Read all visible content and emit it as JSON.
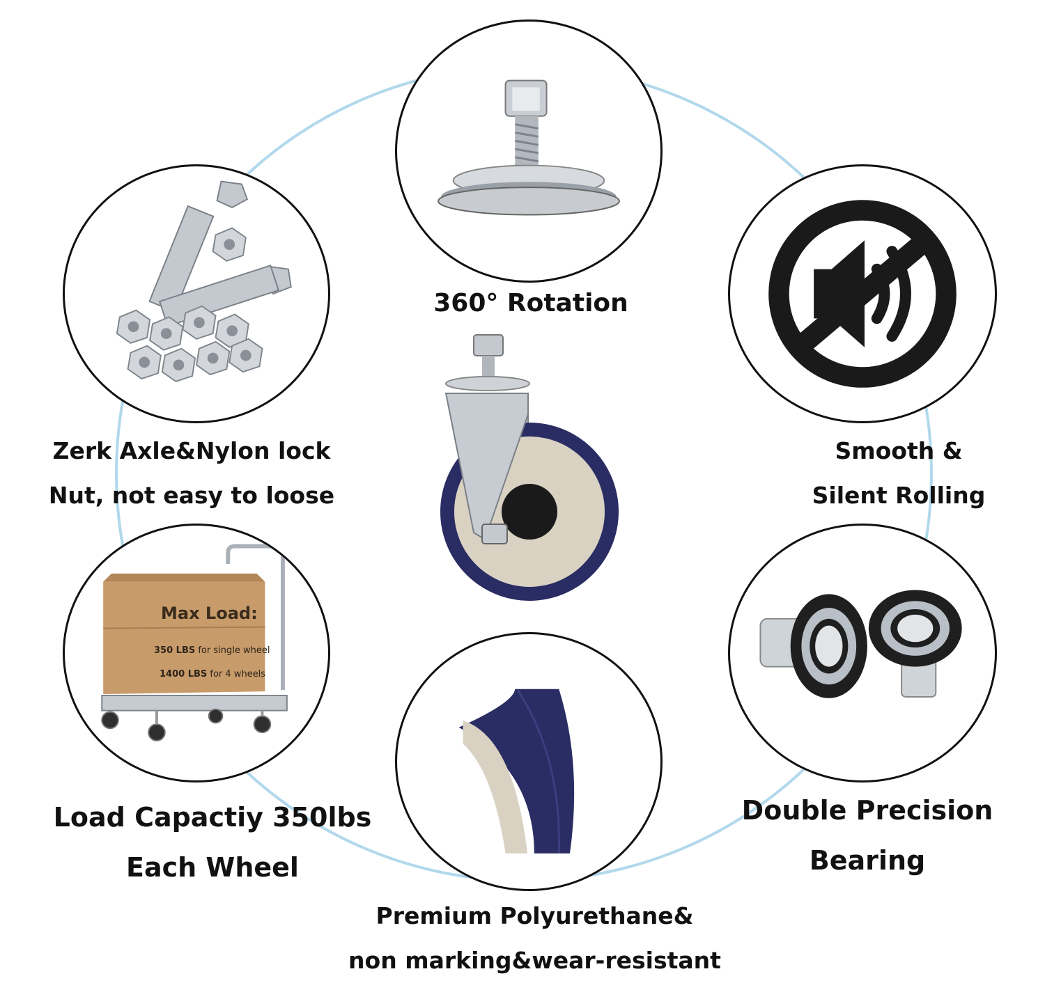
{
  "features": {
    "rotation": {
      "lines": [
        "360° Rotation"
      ],
      "icon": "bolt-plate-icon"
    },
    "silent": {
      "lines": [
        "Smooth &",
        "Silent Rolling"
      ],
      "icon": "no-sound-icon"
    },
    "axle": {
      "lines": [
        "Zerk Axle&Nylon lock",
        "Nut, not easy to loose"
      ],
      "icon": "bolts-nuts-icon"
    },
    "load": {
      "lines": [
        "Load Capactiy 350lbs",
        "Each Wheel"
      ],
      "icon": "cart-box-icon",
      "box": {
        "title": "Max Load:",
        "line1_bold": "350 LBS",
        "line1_rest": " for single wheel",
        "line2_bold": "1400 LBS",
        "line2_rest": " for 4 wheels"
      }
    },
    "material": {
      "lines": [
        "Premium Polyurethane&",
        "non marking&wear-resistant"
      ],
      "icon": "wheel-tread-icon"
    },
    "bearing": {
      "lines": [
        "Double Precision",
        "Bearing"
      ],
      "icon": "bearing-icon"
    }
  },
  "colors": {
    "ring": "#a9d4ea",
    "wheel_tread": "#2a2d63",
    "wheel_hub": "#d9d2c3",
    "steel": "#b9bfc6"
  }
}
